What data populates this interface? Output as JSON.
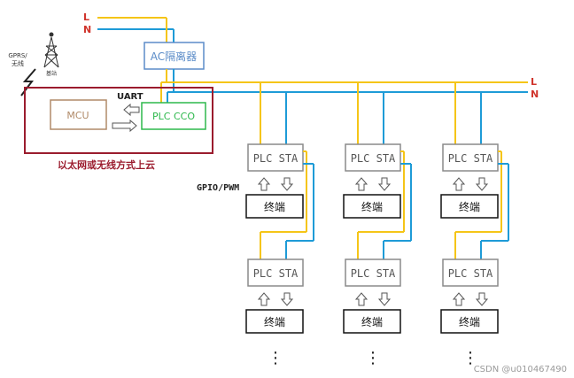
{
  "lines": {
    "L": "L",
    "N": "N",
    "L_right": "L",
    "N_right": "N",
    "colors": {
      "L": "#f5c518",
      "N": "#1e9bd7"
    }
  },
  "isolator": {
    "label": "AC隔离器",
    "color": "#5b8cc8"
  },
  "base_station": {
    "label": "基站",
    "link_label_1": "GPRS/",
    "link_label_2": "无线"
  },
  "gateway": {
    "mcu": "MCU",
    "cco": "PLC CCO",
    "uart": "UART",
    "caption": "以太网或无线方式上云",
    "border_color": "#9b1c2e",
    "mcu_color": "#b08a68",
    "cco_color": "#2db84c"
  },
  "gpio_label": "GPIO/PWM",
  "sta_label": "PLC STA",
  "terminal_label": "终端",
  "ellipsis": "⋮",
  "watermark": "CSDN @u010467490"
}
